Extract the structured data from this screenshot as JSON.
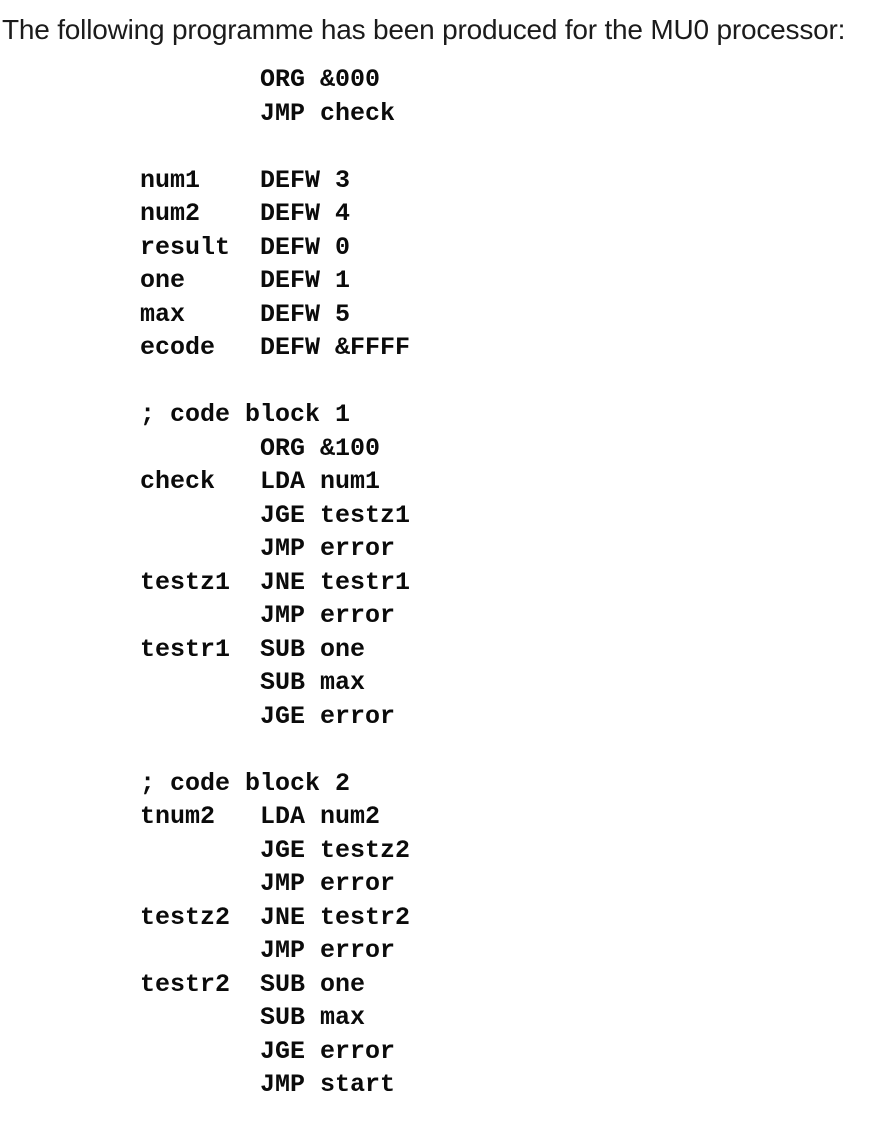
{
  "heading": "The following programme has been produced for the MU0 processor:",
  "colors": {
    "background": "#ffffff",
    "text": "#0b0b0b"
  },
  "code": {
    "lines": [
      "        ORG &000",
      "        JMP check",
      "",
      "num1    DEFW 3",
      "num2    DEFW 4",
      "result  DEFW 0",
      "one     DEFW 1",
      "max     DEFW 5",
      "ecode   DEFW &FFFF",
      "",
      "; code block 1",
      "        ORG &100",
      "check   LDA num1",
      "        JGE testz1",
      "        JMP error",
      "testz1  JNE testr1",
      "        JMP error",
      "testr1  SUB one",
      "        SUB max",
      "        JGE error",
      "",
      "; code block 2",
      "tnum2   LDA num2",
      "        JGE testz2",
      "        JMP error",
      "testz2  JNE testr2",
      "        JMP error",
      "testr2  SUB one",
      "        SUB max",
      "        JGE error",
      "        JMP start"
    ]
  }
}
